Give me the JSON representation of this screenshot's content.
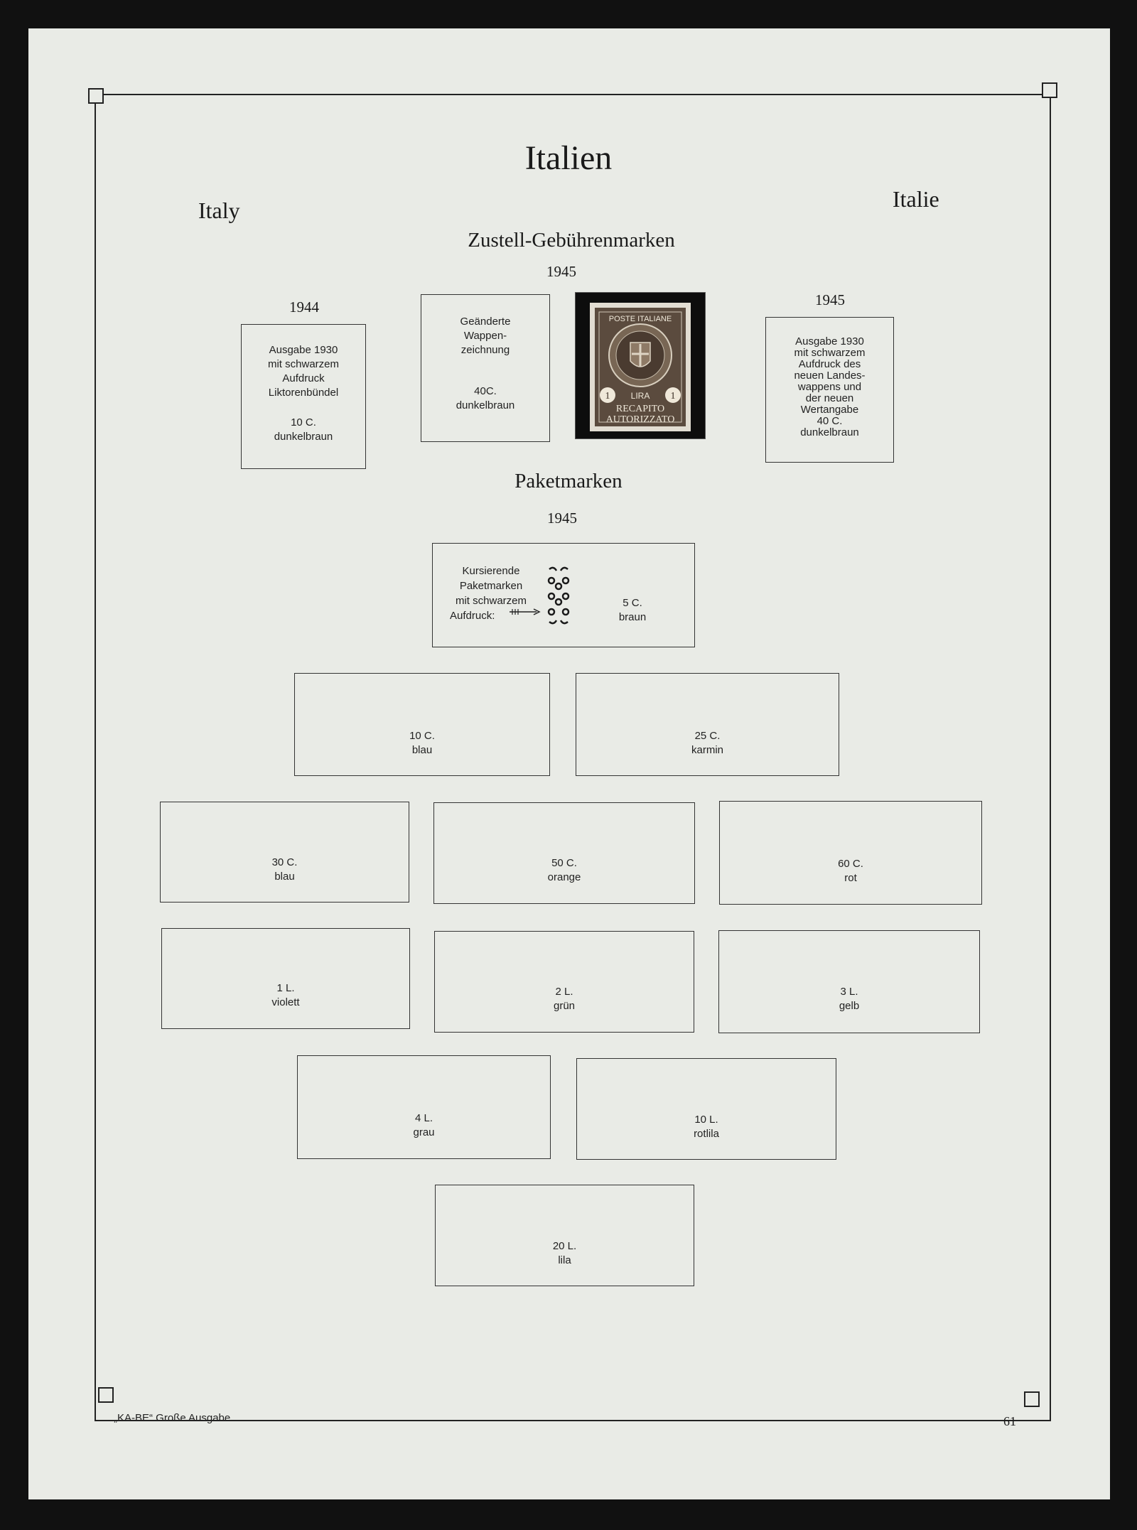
{
  "header": {
    "title": "Italien",
    "left_title": "Italy",
    "right_title": "Italie"
  },
  "section_delivery": {
    "heading": "Zustell-Gebührenmarken",
    "year_main": "1945",
    "year_left": "1944",
    "year_right": "1945",
    "box_left": [
      "Ausgabe 1930",
      "mit schwarzem",
      "Aufdruck",
      "Liktorenbündel",
      "",
      "10 C.",
      "dunkelbraun"
    ],
    "box_center": [
      "Geänderte",
      "Wappen-",
      "zeichnung",
      "",
      "",
      "40C.",
      "dunkelbraun"
    ],
    "box_right": [
      "Ausgabe 1930",
      "mit schwarzem",
      "Aufdruck des",
      "neuen Landes-",
      "wappens und",
      "der neuen",
      "Wertangabe",
      "40 C.",
      "dunkelbraun"
    ],
    "stamp_top_text": "POSTE ITALIANE",
    "stamp_value_text": "LIRA",
    "stamp_bottom_text": [
      "RECAPITO",
      "AUTORIZZATO"
    ],
    "stamp_value_digit": "1"
  },
  "section_parcel": {
    "heading": "Paketmarken",
    "year": "1945",
    "intro_box": {
      "text": [
        "Kursierende",
        "Paketmarken",
        "mit schwarzem",
        "Aufdruck:"
      ],
      "value": [
        "5 C.",
        "braun"
      ]
    },
    "slots": [
      {
        "value": "10 C.",
        "color": "blau"
      },
      {
        "value": "25 C.",
        "color": "karmin"
      },
      {
        "value": "30 C.",
        "color": "blau"
      },
      {
        "value": "50 C.",
        "color": "orange"
      },
      {
        "value": "60 C.",
        "color": "rot"
      },
      {
        "value": "1 L.",
        "color": "violett"
      },
      {
        "value": "2 L.",
        "color": "grün"
      },
      {
        "value": "3 L.",
        "color": "gelb"
      },
      {
        "value": "4 L.",
        "color": "grau"
      },
      {
        "value": "10 L.",
        "color": "rotlila"
      },
      {
        "value": "20 L.",
        "color": "lila"
      }
    ]
  },
  "footer": {
    "publisher": "„KA-BE“ Große Ausgabe",
    "page_number": "61"
  }
}
